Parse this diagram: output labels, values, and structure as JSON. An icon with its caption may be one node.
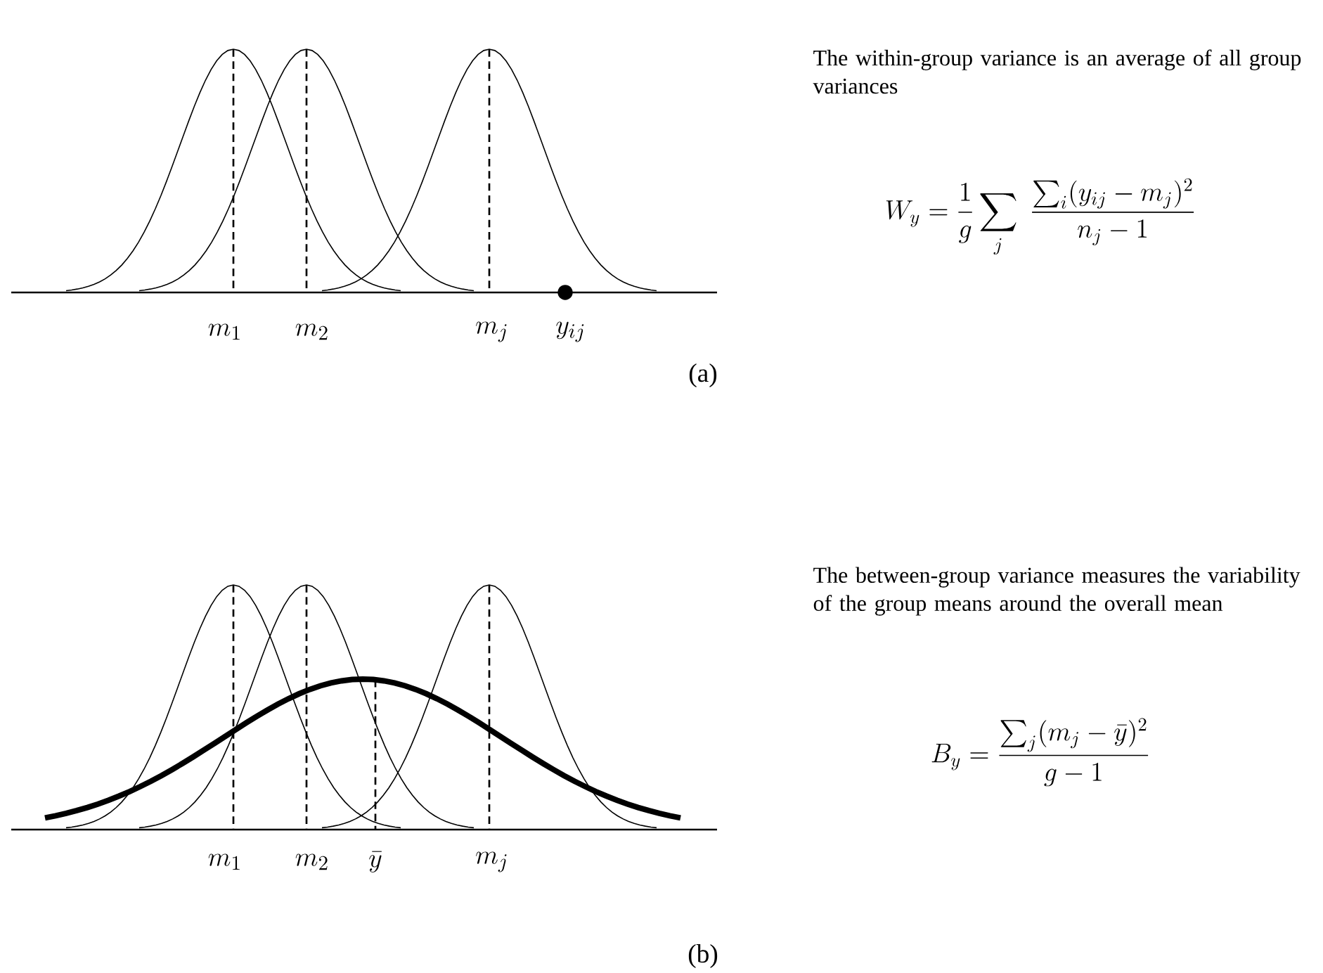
{
  "diagram": {
    "labels": [
      "The within-group variance is an average of all group variances",
      "W_y = \\frac{1}{g}\\sum_j \\; \\frac{\\sum_i (y_{ij}-m_j)^2}{n_j-1}",
      "m_1",
      "m_2",
      "m_j",
      "y_{ij}",
      "(a)",
      "The between-group variance measures the variability of the group means around the overall mean",
      "B_y = \\frac{\\sum_j (m_j-\\bar{y})^2}{g-1}",
      "m_1",
      "m_2",
      "\\bar{y}",
      "m_j",
      "(b)"
    ]
  }
}
